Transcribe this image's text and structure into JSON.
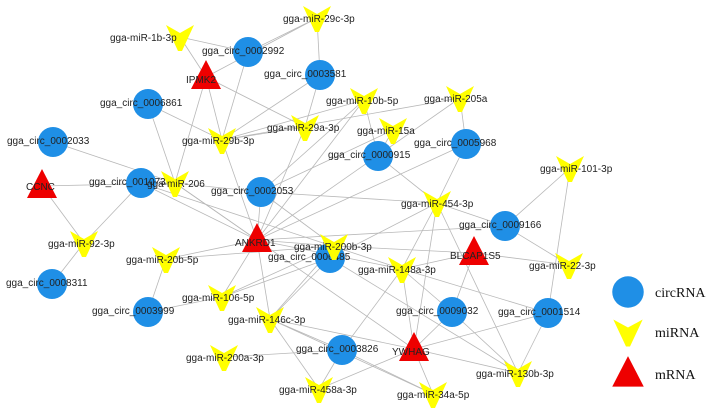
{
  "colors": {
    "circRNA": "#1f8fe6",
    "miRNA": "#ffff00",
    "mRNA": "#ee0000",
    "edge": "#b8b8b8"
  },
  "legend": [
    {
      "type": "circRNA",
      "label": "circRNA"
    },
    {
      "type": "miRNA",
      "label": "miRNA"
    },
    {
      "type": "mRNA",
      "label": "mRNA"
    }
  ],
  "nodes": [
    {
      "id": "c2992",
      "label": "gga_circ_0002992",
      "type": "circRNA"
    },
    {
      "id": "c3581",
      "label": "gga_circ_0003581",
      "type": "circRNA"
    },
    {
      "id": "c6861",
      "label": "gga_circ_0006861",
      "type": "circRNA"
    },
    {
      "id": "c2033",
      "label": "gga_circ_0002033",
      "type": "circRNA"
    },
    {
      "id": "c5968",
      "label": "gga_circ_0005968",
      "type": "circRNA"
    },
    {
      "id": "c0915",
      "label": "gga_circ_0000915",
      "type": "circRNA"
    },
    {
      "id": "c2053",
      "label": "gga_circ_0002053",
      "type": "circRNA"
    },
    {
      "id": "c0737",
      "label": "gga_circ_0010737",
      "type": "circRNA"
    },
    {
      "id": "c9166",
      "label": "gga_circ_0009166",
      "type": "circRNA"
    },
    {
      "id": "c8311",
      "label": "gga_circ_0008311",
      "type": "circRNA"
    },
    {
      "id": "c6485",
      "label": "gga_circ_0006485",
      "type": "circRNA"
    },
    {
      "id": "c9032",
      "label": "gga_circ_0009032",
      "type": "circRNA"
    },
    {
      "id": "c1514",
      "label": "gga_circ_0001514",
      "type": "circRNA"
    },
    {
      "id": "c3999",
      "label": "gga_circ_0003999",
      "type": "circRNA"
    },
    {
      "id": "c3826",
      "label": "gga_circ_0003826",
      "type": "circRNA"
    },
    {
      "id": "m1b",
      "label": "gga-miR-1b-3p",
      "type": "miRNA"
    },
    {
      "id": "m29c",
      "label": "gga-miR-29c-3p",
      "type": "miRNA"
    },
    {
      "id": "m10b",
      "label": "gga-miR-10b-5p",
      "type": "miRNA"
    },
    {
      "id": "m205a",
      "label": "gga-miR-205a",
      "type": "miRNA"
    },
    {
      "id": "m29b",
      "label": "gga-miR-29b-3p",
      "type": "miRNA"
    },
    {
      "id": "m29a",
      "label": "gga-miR-29a-3p",
      "type": "miRNA"
    },
    {
      "id": "m15a",
      "label": "gga-miR-15a",
      "type": "miRNA"
    },
    {
      "id": "m206",
      "label": "gga-miR-206",
      "type": "miRNA"
    },
    {
      "id": "m101",
      "label": "gga-miR-101-3p",
      "type": "miRNA"
    },
    {
      "id": "m454",
      "label": "gga-miR-454-3p",
      "type": "miRNA"
    },
    {
      "id": "m92",
      "label": "gga-miR-92-3p",
      "type": "miRNA"
    },
    {
      "id": "m200b",
      "label": "gga-miR-200b-3p",
      "type": "miRNA"
    },
    {
      "id": "m20b",
      "label": "gga-miR-20b-5p",
      "type": "miRNA"
    },
    {
      "id": "m148a",
      "label": "gga-miR-148a-3p",
      "type": "miRNA"
    },
    {
      "id": "m22",
      "label": "gga-miR-22-3p",
      "type": "miRNA"
    },
    {
      "id": "m106",
      "label": "gga-miR-106-5p",
      "type": "miRNA"
    },
    {
      "id": "m146c",
      "label": "gga-miR-146c-3p",
      "type": "miRNA"
    },
    {
      "id": "m200a",
      "label": "gga-miR-200a-3p",
      "type": "miRNA"
    },
    {
      "id": "m130b",
      "label": "gga-miR-130b-3p",
      "type": "miRNA"
    },
    {
      "id": "m458a",
      "label": "gga-miR-458a-3p",
      "type": "miRNA"
    },
    {
      "id": "m34a",
      "label": "gga-miR-34a-5p",
      "type": "miRNA"
    },
    {
      "id": "ipmk2",
      "label": "IPMK2",
      "type": "mRNA"
    },
    {
      "id": "ccnc",
      "label": "CCNC",
      "type": "mRNA"
    },
    {
      "id": "ankrd1",
      "label": "ANKRD1",
      "type": "mRNA"
    },
    {
      "id": "blcap",
      "label": "BLCAP1S5",
      "type": "mRNA"
    },
    {
      "id": "ywhag",
      "label": "YWHAG",
      "type": "mRNA"
    }
  ],
  "edges": [
    [
      "m1b",
      "c2992"
    ],
    [
      "m1b",
      "ipmk2"
    ],
    [
      "c2992",
      "m29c"
    ],
    [
      "c2992",
      "m29b"
    ],
    [
      "c3581",
      "m29c"
    ],
    [
      "c3581",
      "m29a"
    ],
    [
      "c3581",
      "m29b"
    ],
    [
      "ipmk2",
      "m29c"
    ],
    [
      "ipmk2",
      "m29b"
    ],
    [
      "ipmk2",
      "m206"
    ],
    [
      "ipmk2",
      "m29a"
    ],
    [
      "c6861",
      "m29b"
    ],
    [
      "c6861",
      "m206"
    ],
    [
      "c2033",
      "m206"
    ],
    [
      "ccnc",
      "m206"
    ],
    [
      "ccnc",
      "m92"
    ],
    [
      "m92",
      "c8311"
    ],
    [
      "m92",
      "c0737"
    ],
    [
      "m206",
      "c2053"
    ],
    [
      "m206",
      "ankrd1"
    ],
    [
      "m206",
      "ywhag"
    ],
    [
      "m29b",
      "m10b"
    ],
    [
      "m29b",
      "m205a"
    ],
    [
      "m29b",
      "ankrd1"
    ],
    [
      "m29b",
      "m29a"
    ],
    [
      "m29a",
      "ankrd1"
    ],
    [
      "m10b",
      "ankrd1"
    ],
    [
      "m10b",
      "c0915"
    ],
    [
      "m10b",
      "c2053"
    ],
    [
      "m205a",
      "ankrd1"
    ],
    [
      "m205a",
      "c5968"
    ],
    [
      "m15a",
      "c2053"
    ],
    [
      "m15a",
      "c0915"
    ],
    [
      "c5968",
      "ankrd1"
    ],
    [
      "c5968",
      "m454"
    ],
    [
      "c0915",
      "m454"
    ],
    [
      "c2053",
      "m454"
    ],
    [
      "c2053",
      "ankrd1"
    ],
    [
      "c2053",
      "m200b"
    ],
    [
      "c0737",
      "ankrd1"
    ],
    [
      "c0737",
      "m148a"
    ],
    [
      "m454",
      "c9166"
    ],
    [
      "m454",
      "m148a"
    ],
    [
      "m454",
      "m130b"
    ],
    [
      "m454",
      "ywhag"
    ],
    [
      "m454",
      "c6485"
    ],
    [
      "m101",
      "c9166"
    ],
    [
      "m101",
      "c1514"
    ],
    [
      "c9166",
      "ankrd1"
    ],
    [
      "c9166",
      "m22"
    ],
    [
      "blcap",
      "m22"
    ],
    [
      "blcap",
      "m200b"
    ],
    [
      "blcap",
      "m148a"
    ],
    [
      "blcap",
      "c9032"
    ],
    [
      "ankrd1",
      "m20b"
    ],
    [
      "ankrd1",
      "m106"
    ],
    [
      "ankrd1",
      "m146c"
    ],
    [
      "ankrd1",
      "m200b"
    ],
    [
      "ankrd1",
      "m148a"
    ],
    [
      "m200b",
      "c6485"
    ],
    [
      "m200b",
      "m146c"
    ],
    [
      "m20b",
      "c3999"
    ],
    [
      "m106",
      "c3999"
    ],
    [
      "m148a",
      "c3826"
    ],
    [
      "m148a",
      "c9032"
    ],
    [
      "m148a",
      "ywhag"
    ],
    [
      "m148a",
      "c1514"
    ],
    [
      "c6485",
      "m146c"
    ],
    [
      "c6485",
      "m106"
    ],
    [
      "c9032",
      "ywhag"
    ],
    [
      "c9032",
      "m130b"
    ],
    [
      "c1514",
      "m130b"
    ],
    [
      "c1514",
      "ywhag"
    ],
    [
      "m146c",
      "c3826"
    ],
    [
      "m146c",
      "ywhag"
    ],
    [
      "m146c",
      "m458a"
    ],
    [
      "m146c",
      "m34a"
    ],
    [
      "m200a",
      "c3826"
    ],
    [
      "c3826",
      "m458a"
    ],
    [
      "c3826",
      "m34a"
    ],
    [
      "ywhag",
      "m34a"
    ],
    [
      "ywhag",
      "m130b"
    ],
    [
      "ywhag",
      "m458a"
    ],
    [
      "m106",
      "m200b"
    ],
    [
      "m20b",
      "m200b"
    ],
    [
      "c6485",
      "m130b"
    ]
  ]
}
